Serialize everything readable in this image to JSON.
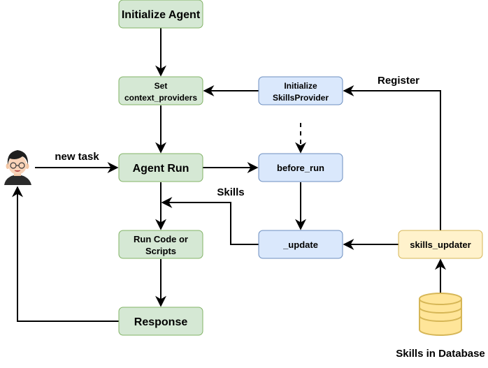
{
  "nodes": {
    "initialize_agent": {
      "label": "Initialize Agent"
    },
    "set_context_providers": {
      "line1": "Set",
      "line2": "context_providers"
    },
    "initialize_skillsprovider": {
      "line1": "Initialize",
      "line2": "SkillsProvider"
    },
    "agent_run": {
      "label": "Agent Run"
    },
    "before_run": {
      "label": "before_run"
    },
    "run_code_or_scripts": {
      "line1": "Run Code or",
      "line2": "Scripts"
    },
    "update": {
      "label": "_update"
    },
    "skills_updater": {
      "label": "skills_updater"
    },
    "response": {
      "label": "Response"
    },
    "skills_in_database": {
      "label": "Skills in Database"
    }
  },
  "edge_labels": {
    "new_task": "new task",
    "register": "Register",
    "skills": "Skills"
  },
  "colors": {
    "green_fill": "#d5e8d4",
    "green_stroke": "#82b366",
    "blue_fill": "#dae8fc",
    "blue_stroke": "#6c8ebf",
    "yellow_fill": "#fff2cc",
    "yellow_stroke": "#d6b656",
    "database_fill": "#ffe599",
    "database_stroke": "#d6b656"
  },
  "icons": {
    "user": "user-avatar-icon",
    "database": "database-icon"
  }
}
